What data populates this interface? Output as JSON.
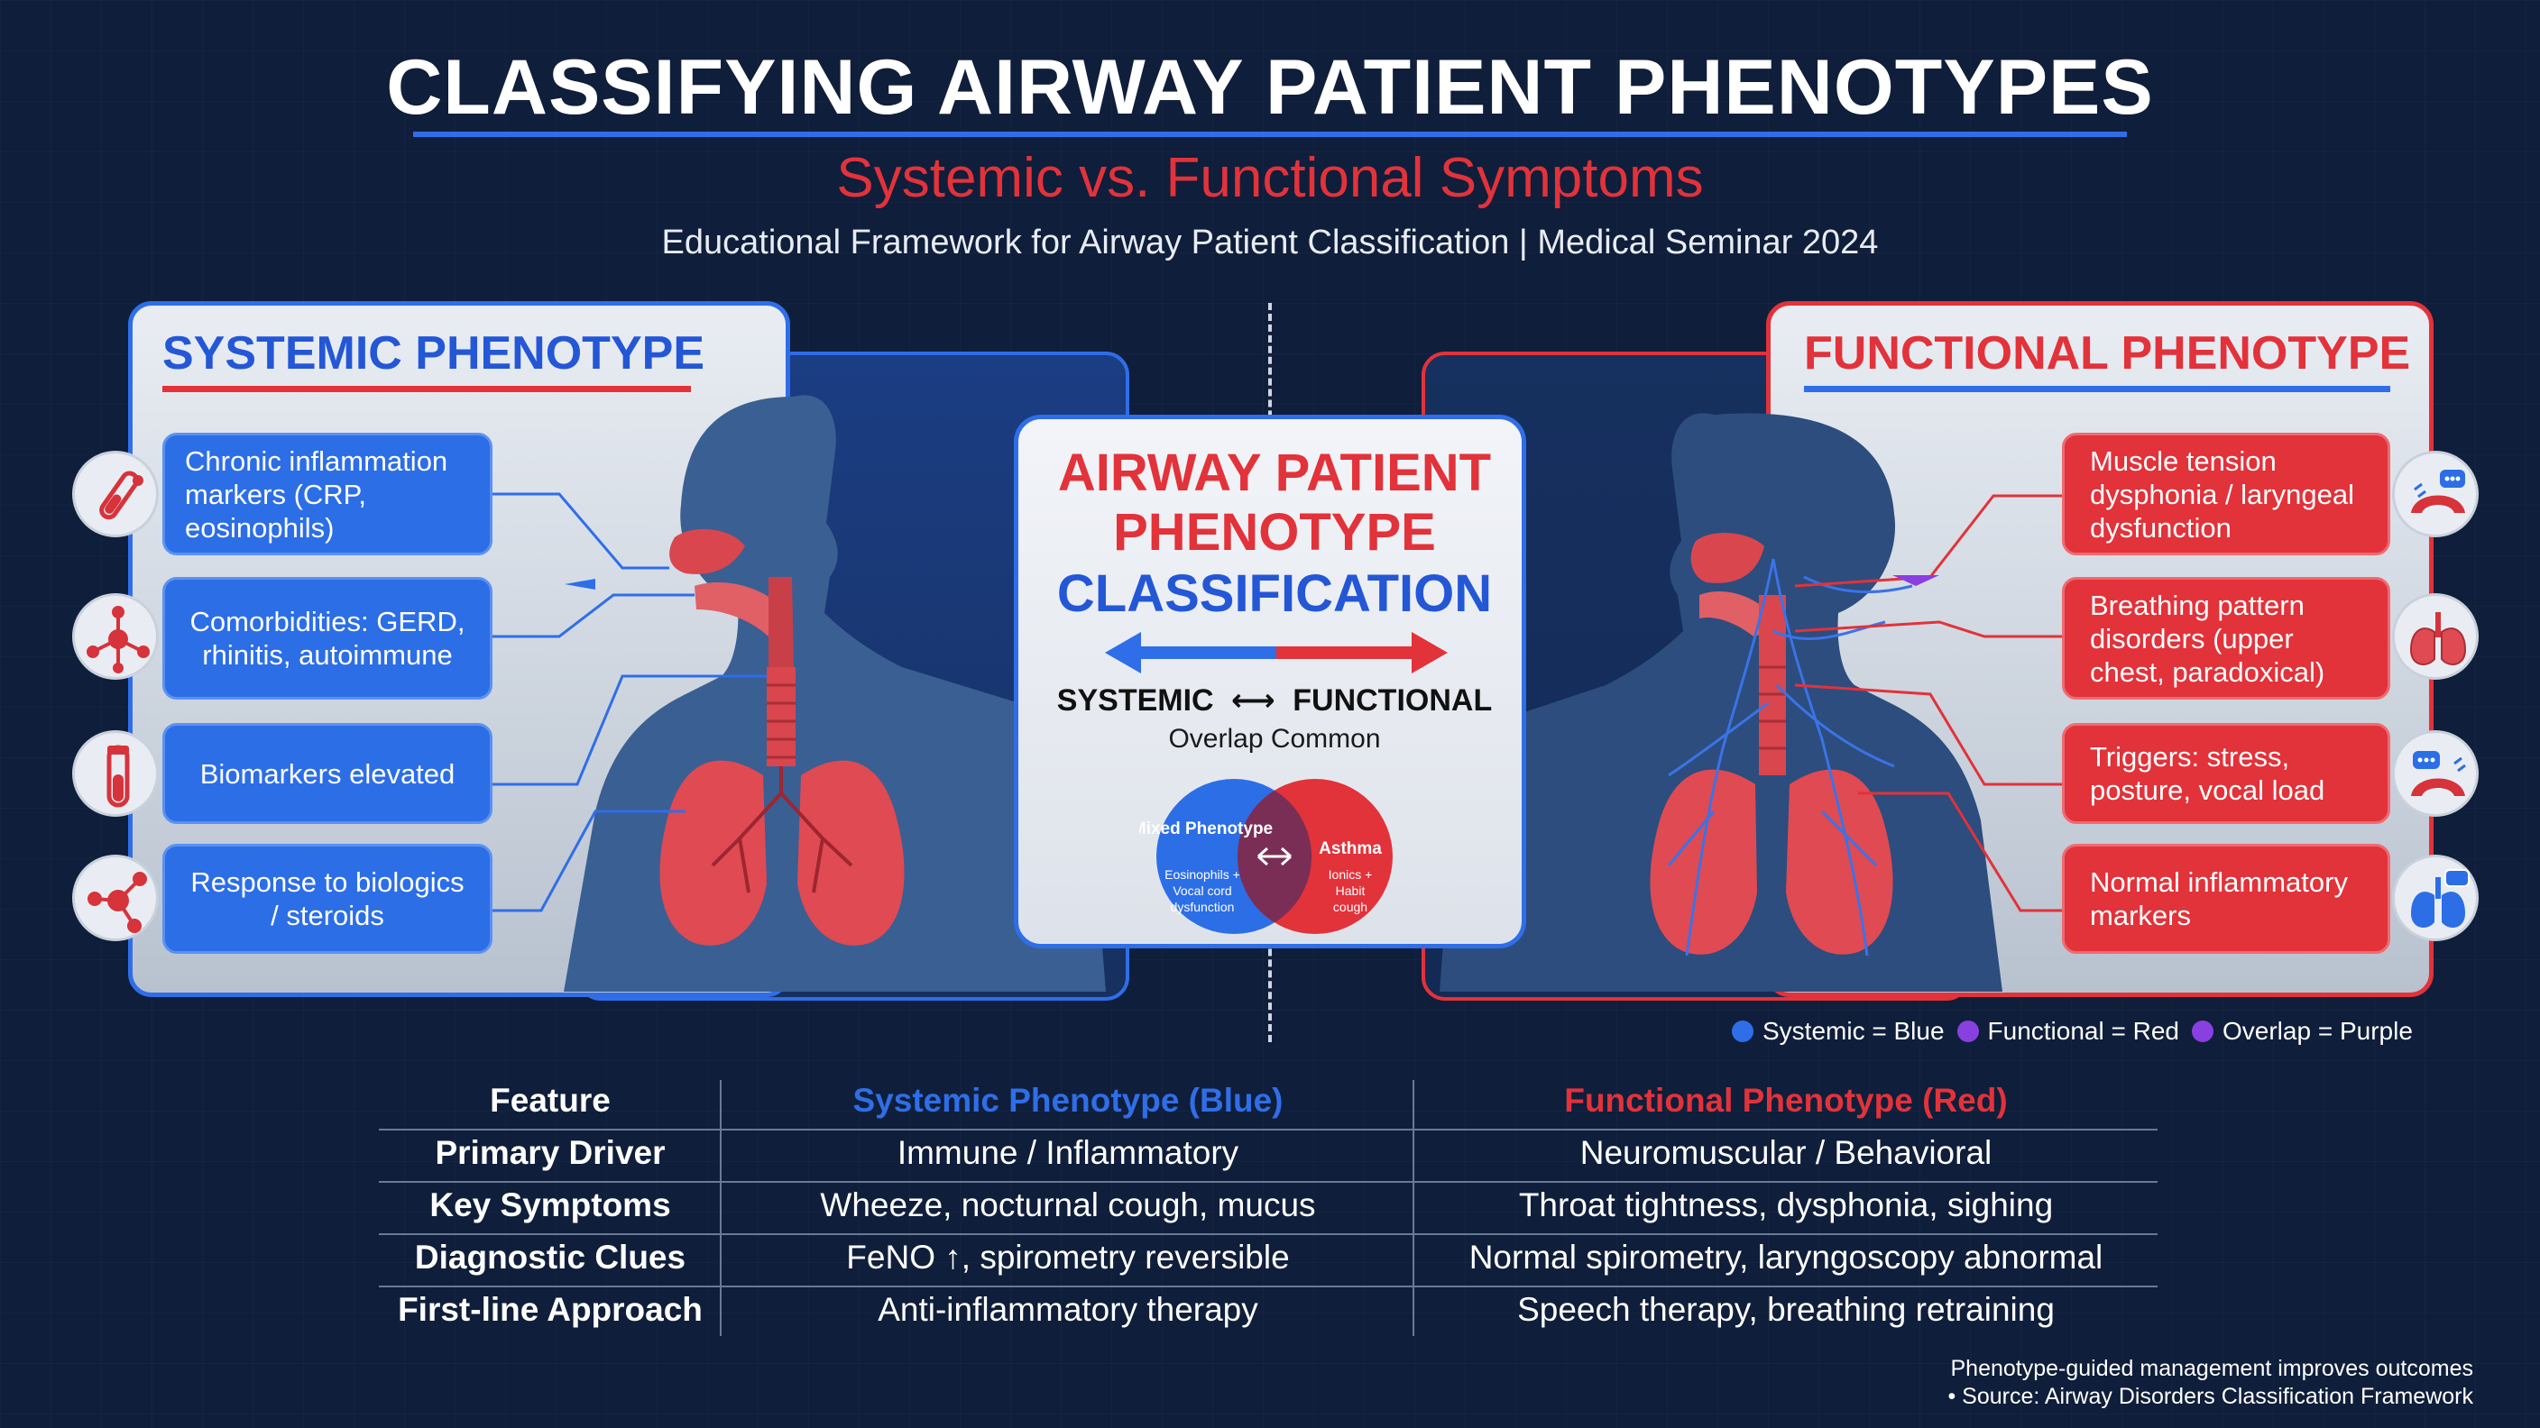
{
  "header": {
    "title": "CLASSIFYING AIRWAY PATIENT PHENOTYPES",
    "subtitle": "Systemic vs. Functional Symptoms",
    "tagline": "Educational Framework for Airway Patient Classification | Medical Seminar 2024"
  },
  "systemic": {
    "heading": "SYSTEMIC PHENOTYPE",
    "items": [
      {
        "text": "Chronic inflammation markers (CRP, eosinophils)",
        "icon": "test-tube-icon"
      },
      {
        "text": "Comorbidities: GERD, rhinitis, autoimmune",
        "icon": "network-icon"
      },
      {
        "text": "Biomarkers elevated",
        "icon": "blood-vial-icon"
      },
      {
        "text": "Response to biologics / steroids",
        "icon": "molecule-icon"
      }
    ]
  },
  "functional": {
    "heading": "FUNCTIONAL PHENOTYPE",
    "items": [
      {
        "text": "Muscle tension dysphonia / laryngeal dysfunction",
        "icon": "throat-speech-icon"
      },
      {
        "text": "Breathing pattern disorders (upper chest, paradoxical)",
        "icon": "lungs-icon"
      },
      {
        "text": "Triggers: stress, posture, vocal load",
        "icon": "throat-speech-icon"
      },
      {
        "text": "Normal inflammatory markers",
        "icon": "lungs-speech-icon"
      }
    ]
  },
  "center": {
    "title_line1": "AIRWAY PATIENT",
    "title_line2": "PHENOTYPE",
    "title_line3": "CLASSIFICATION",
    "axis_left": "SYSTEMIC",
    "axis_right": "FUNCTIONAL",
    "overlap_note": "Overlap Common",
    "venn": {
      "left_title": "Mixed Phenotype",
      "left_lines": [
        "Eosinophils +",
        "Vocal cord",
        "dysfunction"
      ],
      "right_title": "Asthma",
      "right_lines": [
        "Ionics +",
        "Habit",
        "cough"
      ]
    }
  },
  "legend": [
    {
      "label": "Systemic = Blue",
      "color": "#2f6ee8"
    },
    {
      "label": "Functional = Red",
      "color": "#8a3fe0"
    },
    {
      "label": "Overlap = Purple",
      "color": "#8a3fe0"
    }
  ],
  "table": {
    "headers": [
      "Feature",
      "Systemic Phenotype (Blue)",
      "Functional Phenotype (Red)"
    ],
    "header_colors": [
      "#ffffff",
      "#2f6ee8",
      "#e2323a"
    ],
    "rows": [
      [
        "Primary Driver",
        "Immune / Inflammatory",
        "Neuromuscular / Behavioral"
      ],
      [
        "Key Symptoms",
        "Wheeze, nocturnal cough, mucus",
        "Throat tightness, dysphonia, sighing"
      ],
      [
        "Diagnostic Clues",
        "FeNO ↑, spirometry reversible",
        "Normal spirometry, laryngoscopy abnormal"
      ],
      [
        "First-line Approach",
        "Anti-inflammatory therapy",
        "Speech therapy, breathing retraining"
      ]
    ]
  },
  "footer": {
    "line1": "Phenotype-guided management improves outcomes",
    "line2": "• Source: Airway Disorders Classification Framework"
  },
  "colors": {
    "systemic": "#2f6ee8",
    "functional": "#e2323a",
    "background": "#0f1e3a"
  }
}
